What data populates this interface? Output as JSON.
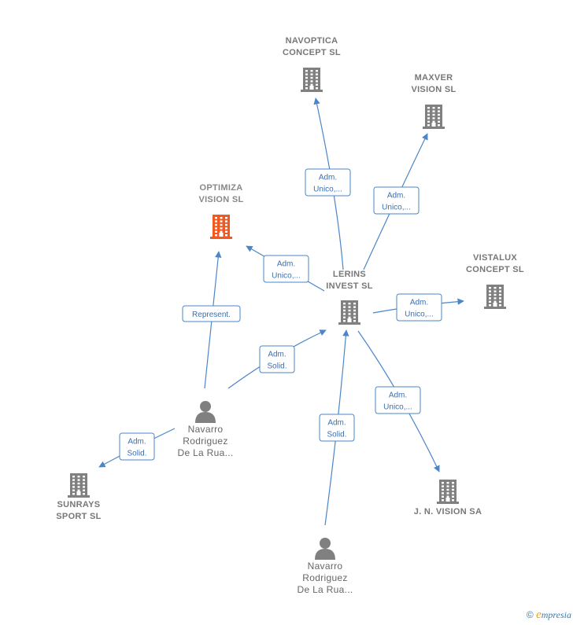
{
  "colors": {
    "edge": "#4a86c8",
    "building": "#808080",
    "building_highlight": "#f05a22",
    "person": "#808080"
  },
  "nodes": [
    {
      "id": "navoptica",
      "type": "company",
      "lines": [
        "NAVOPTICA",
        "CONCEPT  SL"
      ]
    },
    {
      "id": "maxver",
      "type": "company",
      "lines": [
        "MAXVER",
        "VISION  SL"
      ]
    },
    {
      "id": "optimiza",
      "type": "company",
      "highlight": true,
      "lines": [
        "OPTIMIZA",
        "VISION  SL"
      ]
    },
    {
      "id": "lerins",
      "type": "company",
      "lines": [
        "LERINS",
        "INVEST  SL"
      ]
    },
    {
      "id": "vistalux",
      "type": "company",
      "lines": [
        "VISTALUX",
        "CONCEPT  SL"
      ]
    },
    {
      "id": "person1",
      "type": "person",
      "lines": [
        "Navarro",
        "Rodriguez",
        "De La Rua..."
      ]
    },
    {
      "id": "sunrays",
      "type": "company",
      "lines": [
        "SUNRAYS",
        "SPORT SL"
      ]
    },
    {
      "id": "jnvision",
      "type": "company",
      "lines": [
        "J. N. VISION SA"
      ]
    },
    {
      "id": "person2",
      "type": "person",
      "lines": [
        "Navarro",
        "Rodriguez",
        "De La Rua..."
      ]
    }
  ],
  "edges": [
    {
      "from": "lerins",
      "to": "navoptica",
      "label": [
        "Adm.",
        "Unico,..."
      ]
    },
    {
      "from": "lerins",
      "to": "maxver",
      "label": [
        "Adm.",
        "Unico,..."
      ]
    },
    {
      "from": "lerins",
      "to": "optimiza",
      "label": [
        "Adm.",
        "Unico,..."
      ]
    },
    {
      "from": "lerins",
      "to": "vistalux",
      "label": [
        "Adm.",
        "Unico,..."
      ]
    },
    {
      "from": "lerins",
      "to": "jnvision",
      "label": [
        "Adm.",
        "Unico,..."
      ]
    },
    {
      "from": "person1",
      "to": "optimiza",
      "label": [
        "Represent."
      ]
    },
    {
      "from": "person1",
      "to": "lerins",
      "label": [
        "Adm.",
        "Solid."
      ]
    },
    {
      "from": "person1",
      "to": "sunrays",
      "label": [
        "Adm.",
        "Solid."
      ]
    },
    {
      "from": "person2",
      "to": "lerins",
      "label": [
        "Adm.",
        "Solid."
      ]
    }
  ],
  "footer": {
    "copyright": "©",
    "brand_initial": "e",
    "brand_rest": "mpresia"
  }
}
